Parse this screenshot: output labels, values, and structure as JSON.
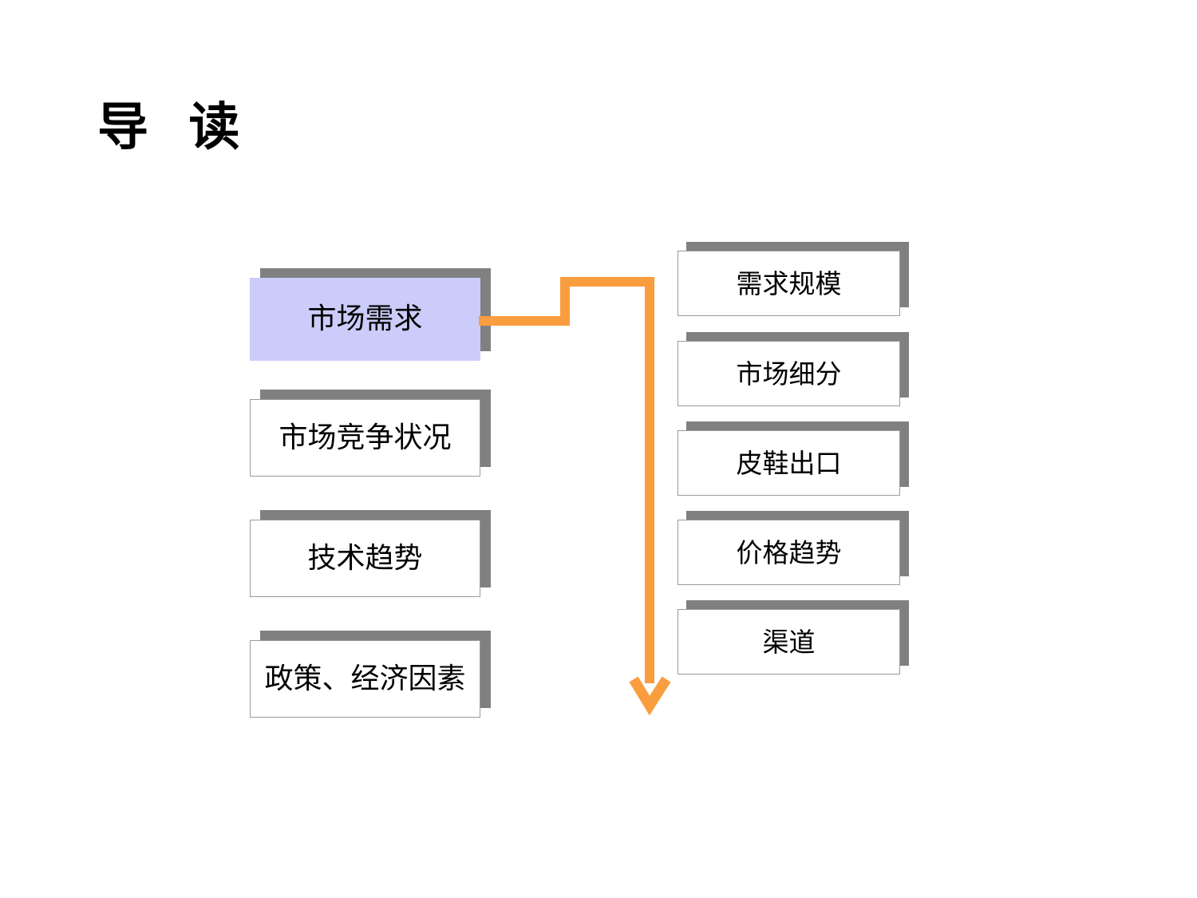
{
  "slide": {
    "title": "导  读",
    "background_color": "#FFFFFF"
  },
  "theme": {
    "accent_orange": "#F99D3E",
    "highlight_fill": "#CCCCFA",
    "shadow_gray": "#808080",
    "box_border": "#9A9A9A",
    "box_fill": "#FFFFFF",
    "text_color": "#000000"
  },
  "left_column": {
    "name": "topic-list",
    "items": [
      {
        "label": "市场需求",
        "highlighted": true,
        "fill": "#CCCCFA"
      },
      {
        "label": "市场竞争状况",
        "highlighted": false,
        "fill": "#FFFFFF"
      },
      {
        "label": "技术趋势",
        "highlighted": false,
        "fill": "#FFFFFF"
      },
      {
        "label": "政策、经济因素",
        "highlighted": false,
        "fill": "#FFFFFF"
      }
    ]
  },
  "right_column": {
    "name": "subtopic-list",
    "items": [
      {
        "label": "需求规模"
      },
      {
        "label": "市场细分"
      },
      {
        "label": "皮鞋出口"
      },
      {
        "label": "价格趋势"
      },
      {
        "label": "渠道"
      }
    ]
  },
  "connector": {
    "name": "elbow-arrow-connector",
    "color": "#F99D3E",
    "from": "市场需求",
    "to": "subtopic-list",
    "arrow_style": "chevron-down"
  }
}
